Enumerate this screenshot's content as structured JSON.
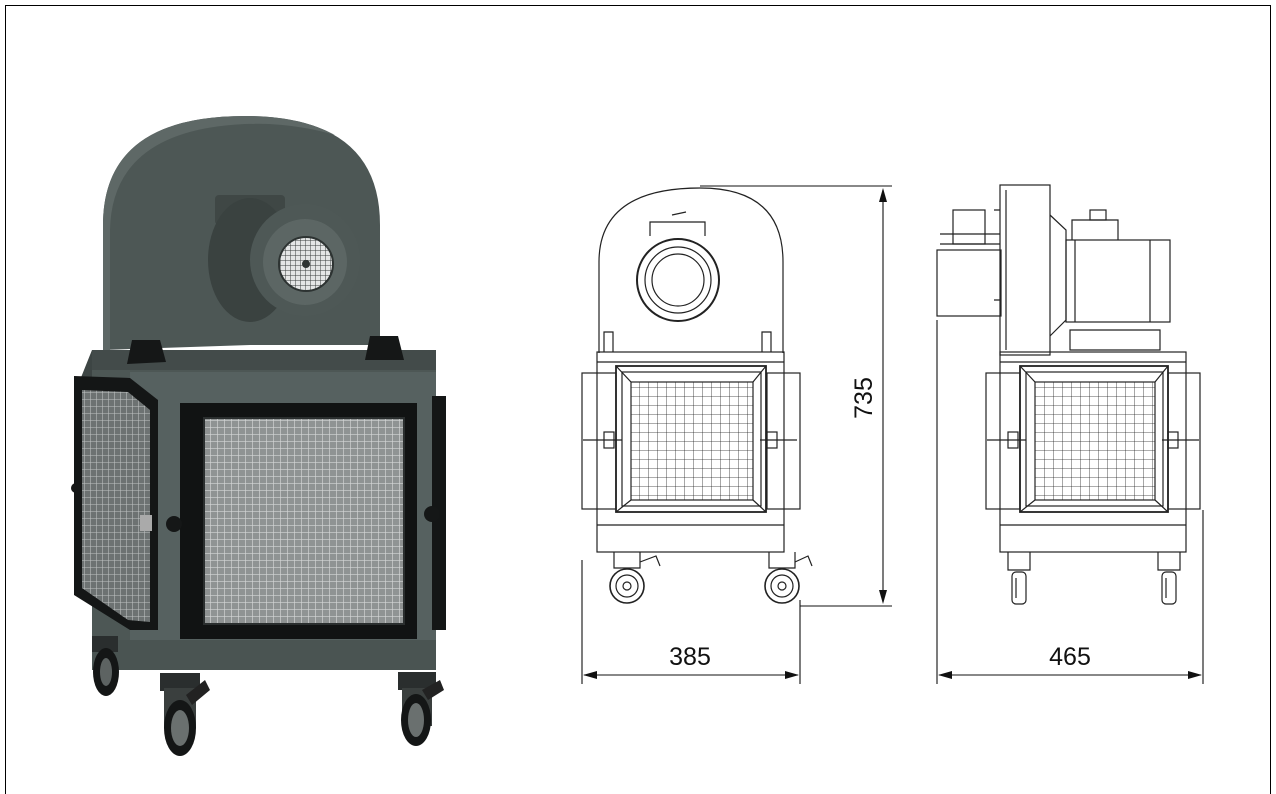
{
  "dimensions": {
    "height": "735",
    "width_front": "385",
    "width_side": "465"
  },
  "colors": {
    "housing": "#4a5452",
    "housing_dark": "#353c3b",
    "frame_black": "#121414",
    "filter_grey": "#9a9d9d",
    "line": "#222222"
  }
}
